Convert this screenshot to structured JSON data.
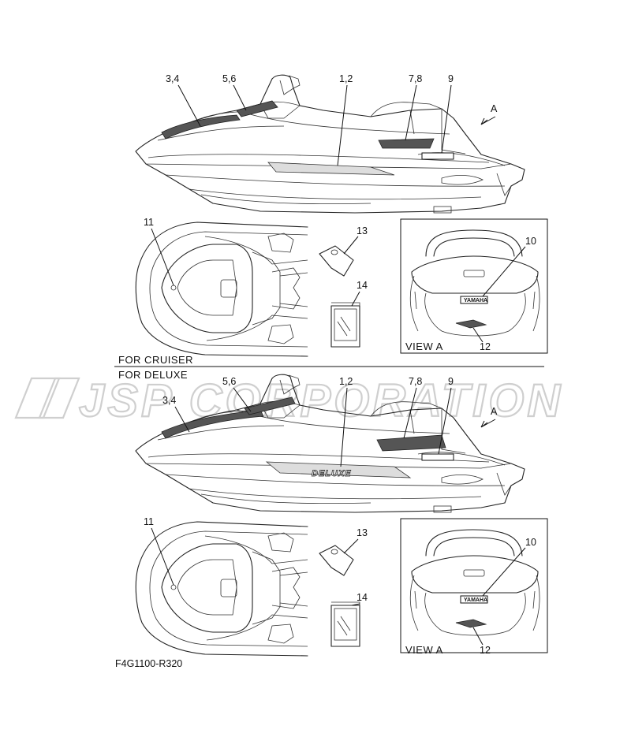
{
  "watermark": "JSP CORPORATION",
  "part_number": "F4G1100-R320",
  "sections": [
    {
      "label": "FOR CRUISER",
      "view_label": "VIEW A",
      "view_arrow_label": "A",
      "callouts": {
        "c34": "3,4",
        "c56": "5,6",
        "c12": "1,2",
        "c78": "7,8",
        "c9": "9",
        "c11": "11",
        "c13": "13",
        "c14": "14",
        "c10": "10",
        "c12b": "12"
      }
    },
    {
      "label": "FOR DELUXE",
      "view_label": "VIEW A",
      "view_arrow_label": "A",
      "hull_text": "DELUXE",
      "callouts": {
        "c34": "3,4",
        "c56": "5,6",
        "c12": "1,2",
        "c78": "7,8",
        "c9": "9",
        "c11": "11",
        "c13": "13",
        "c14": "14",
        "c10": "10",
        "c12b": "12"
      }
    }
  ],
  "badge_text": "YAMAHA",
  "colors": {
    "line": "#222222",
    "watermark": "#cfcfcf",
    "background": "#ffffff"
  }
}
